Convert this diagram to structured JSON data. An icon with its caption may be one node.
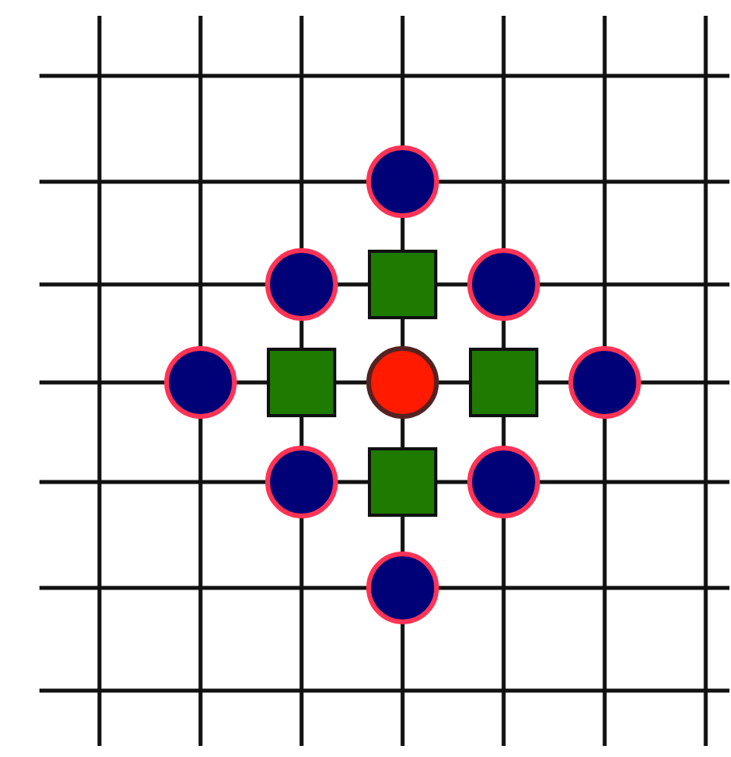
{
  "diagram": {
    "nodes": [
      {
        "text": [],
        "shape": "circle"
      },
      {
        "text": [],
        "shape": "circle"
      },
      {
        "text": [],
        "shape": "box"
      },
      {
        "text": [],
        "shape": "circle"
      },
      {
        "text": [],
        "shape": "circle"
      },
      {
        "text": [],
        "shape": "box"
      },
      {
        "text": [],
        "shape": "circle"
      },
      {
        "text": [],
        "shape": "box"
      },
      {
        "text": [],
        "shape": "circle"
      },
      {
        "text": [],
        "shape": "circle"
      },
      {
        "text": [],
        "shape": "box"
      },
      {
        "text": [],
        "shape": "circle"
      },
      {
        "text": [],
        "shape": "circle"
      }
    ]
  }
}
